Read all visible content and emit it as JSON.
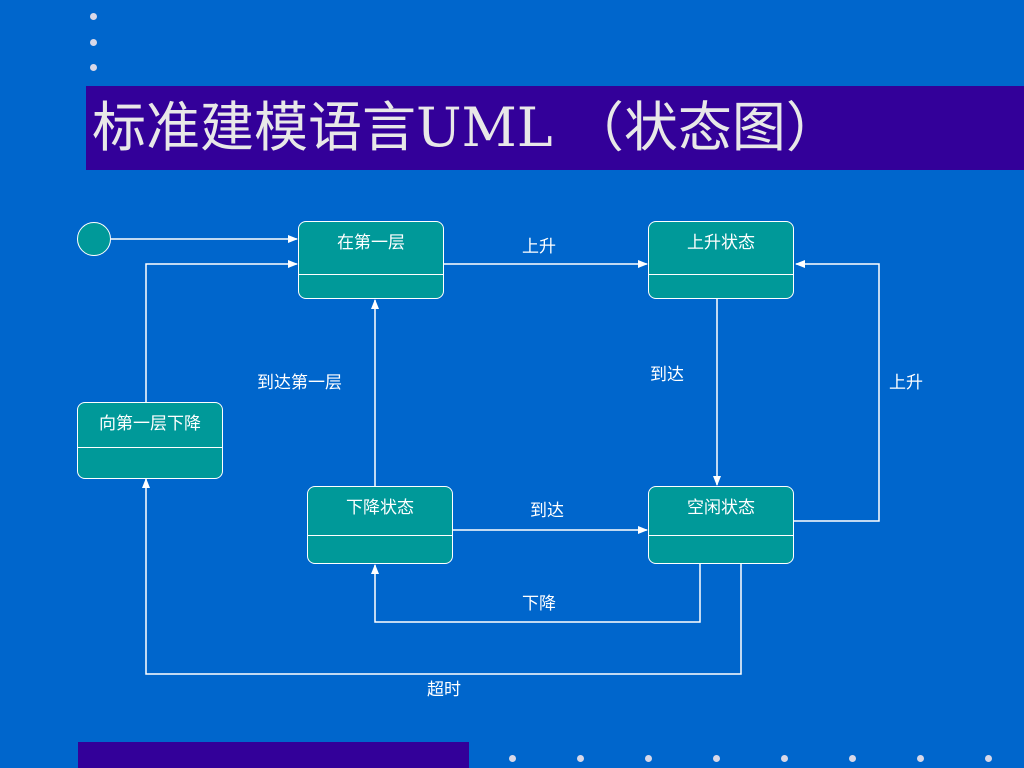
{
  "slide": {
    "title": "标准建模语言UML （状态图）"
  },
  "diagram": {
    "states": {
      "first_floor": "在第一层",
      "rising": "上升状态",
      "descending_to_first": "向第一层下降",
      "falling": "下降状态",
      "idle": "空闲状态"
    },
    "transitions": {
      "first_floor_to_rising": "上升",
      "rising_to_idle": "到达",
      "idle_to_rising": "上升",
      "falling_to_first_floor": "到达第一层",
      "falling_to_idle": "到达",
      "idle_to_falling": "下降",
      "idle_timeout": "超时"
    }
  },
  "colors": {
    "background": "#0066cc",
    "title_bar": "#330099",
    "state_fill": "#009999",
    "line": "#ffffff"
  }
}
